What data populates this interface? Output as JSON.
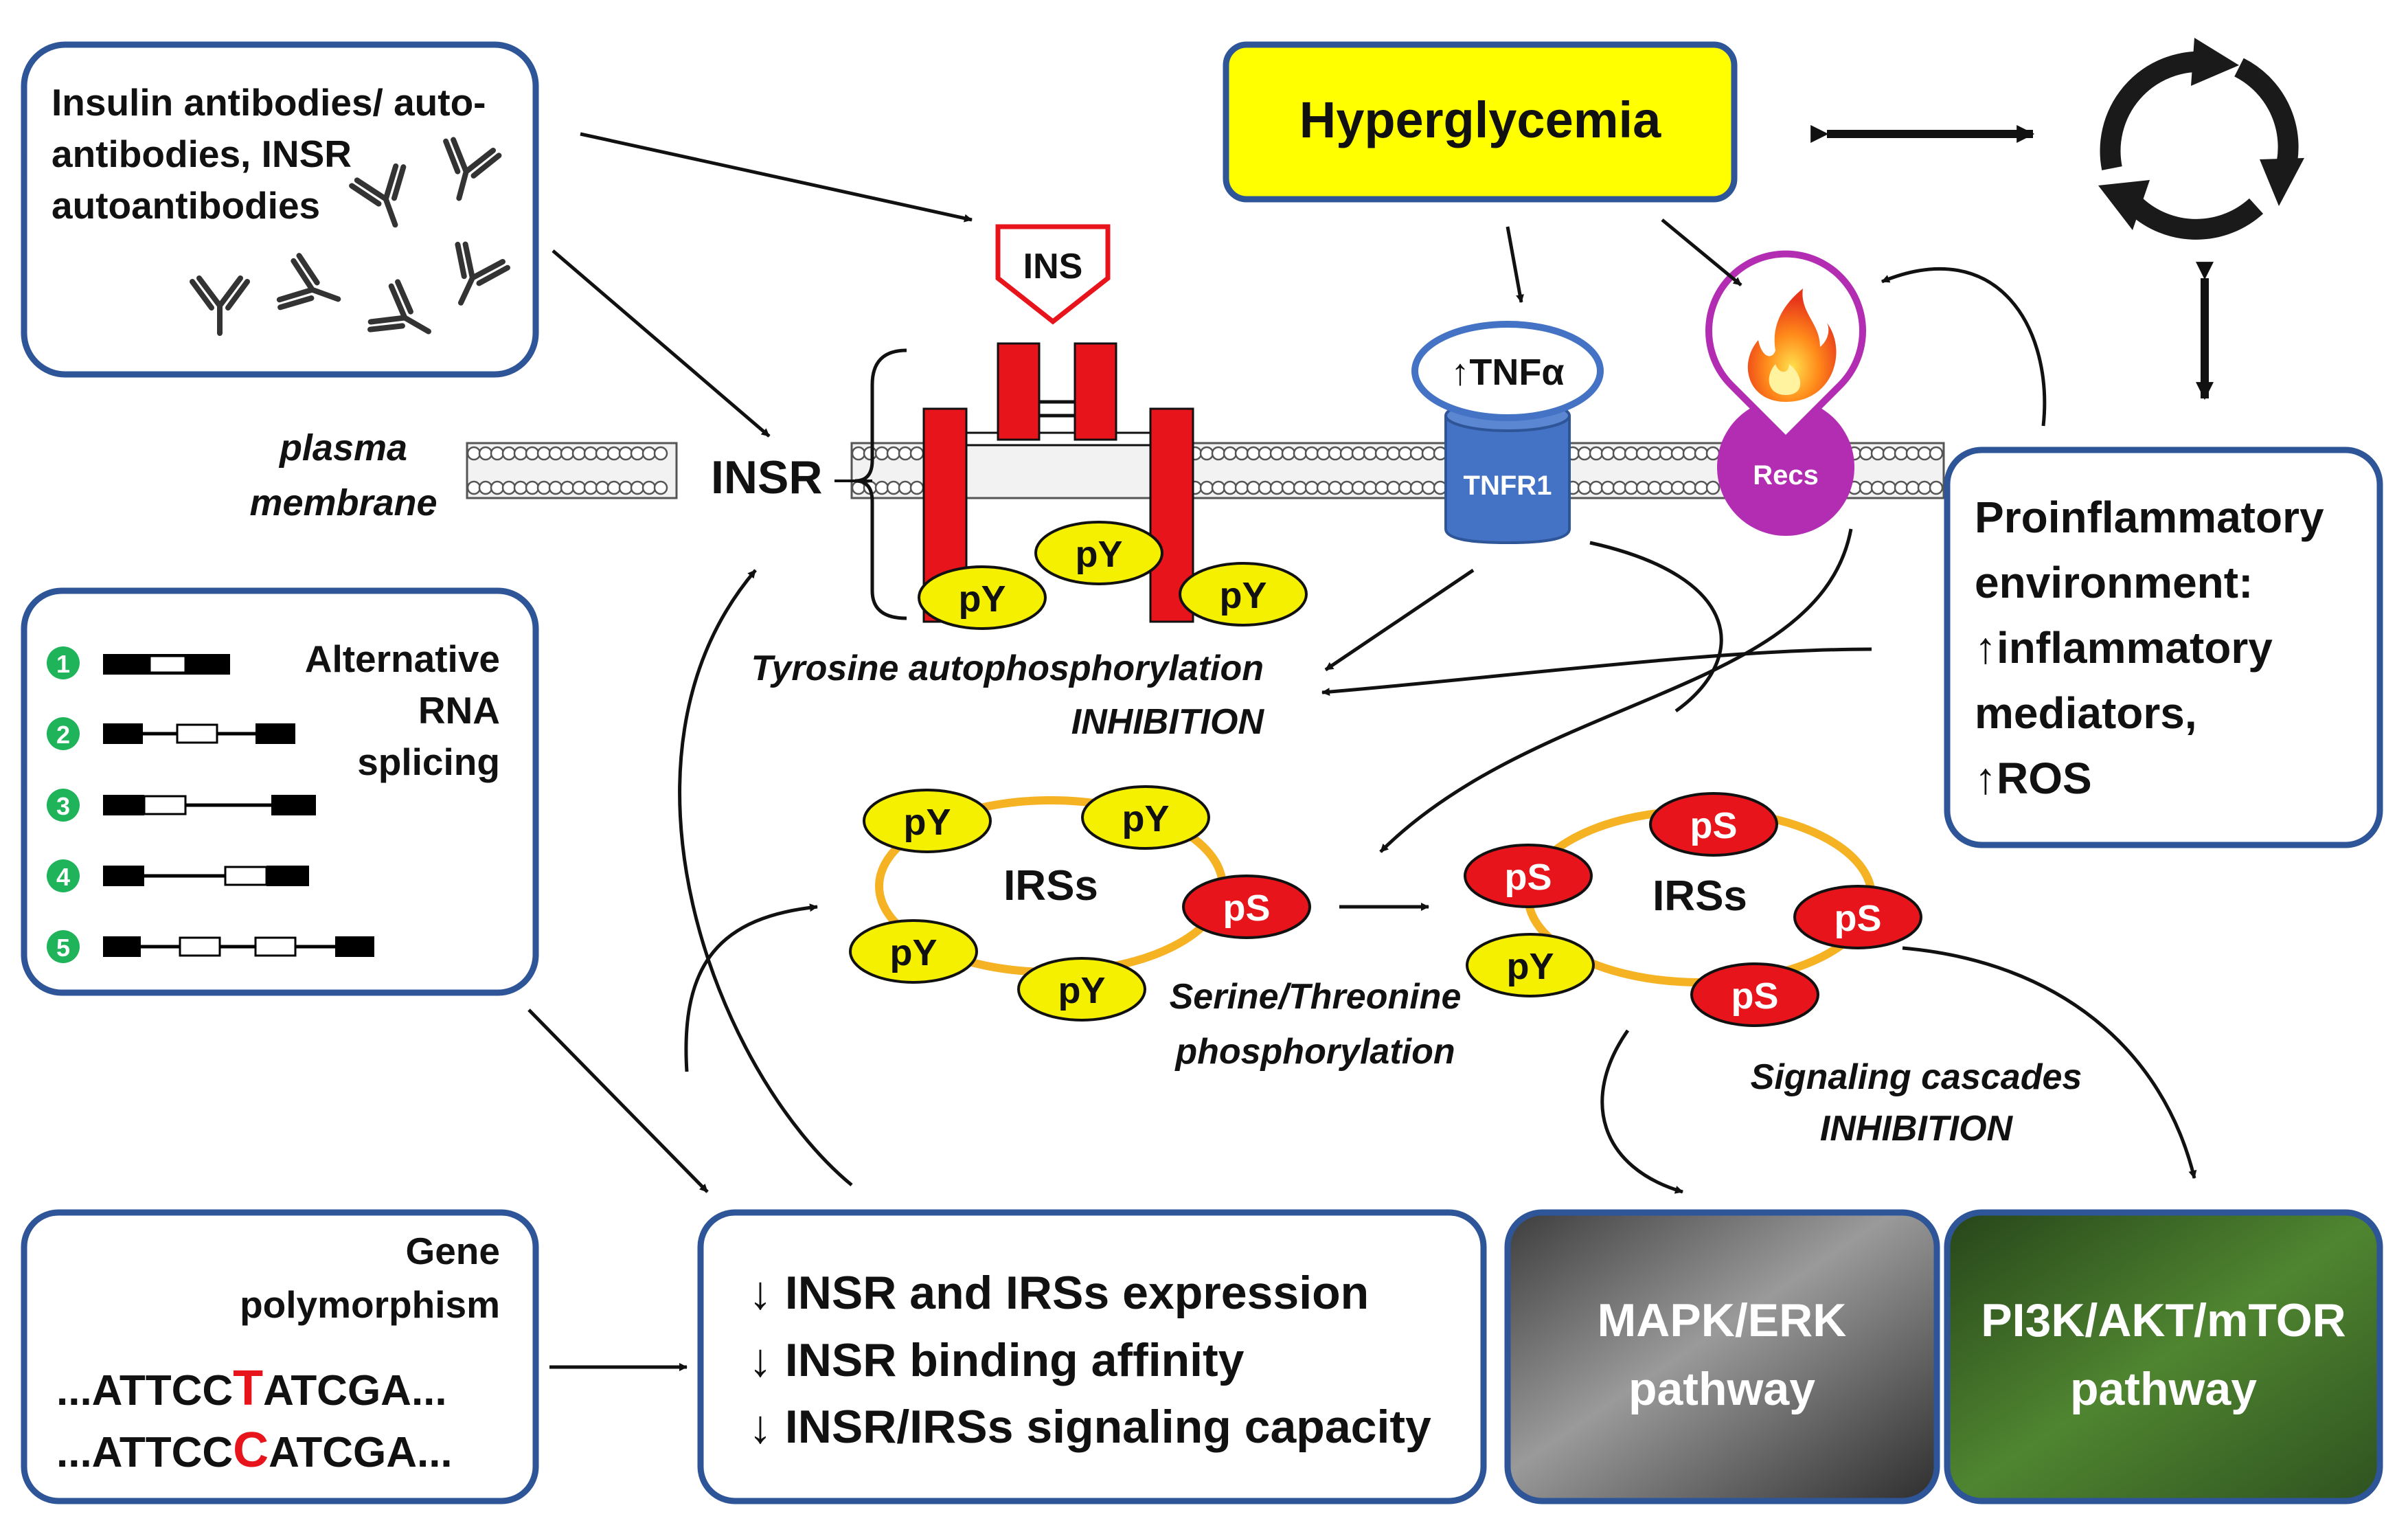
{
  "antibodies_box": {
    "lines": [
      "Insulin antibodies/ auto-",
      "antibodies, INSR",
      "autoantibodies"
    ]
  },
  "hyperglycemia": {
    "label": "Hyperglycemia"
  },
  "insulin": {
    "label": "INS"
  },
  "membrane": {
    "label_line1": "plasma",
    "label_line2": "membrane"
  },
  "insr": {
    "label": "INSR"
  },
  "tnf": {
    "label": "↑TNFα",
    "receptor": "TNFR1"
  },
  "recs": {
    "label": "Recs"
  },
  "phospho": {
    "py": "pY",
    "ps": "pS"
  },
  "tyrosine": {
    "line1": "Tyrosine autophosphorylation",
    "line2": "INHIBITION"
  },
  "proinflammatory": {
    "lines": [
      "Proinflammatory",
      "environment:",
      "↑inflammatory",
      "mediators,",
      "↑ROS"
    ]
  },
  "splicing": {
    "title_lines": [
      "Alternative",
      "RNA",
      "splicing"
    ],
    "variants": [
      "1",
      "2",
      "3",
      "4",
      "5"
    ]
  },
  "irs": {
    "label": "IRSs"
  },
  "serine": {
    "line1": "Serine/Threonine",
    "line2": "phosphorylation"
  },
  "cascades": {
    "line1": "Signaling cascades",
    "line2": "INHIBITION"
  },
  "polymorphism": {
    "title_lines": [
      "Gene",
      "polymorphism"
    ],
    "seq1": {
      "pre": "...ATTCC",
      "snp": "T",
      "post": "ATCGA..."
    },
    "seq2": {
      "pre": "...ATTCC",
      "snp": "C",
      "post": "ATCGA..."
    }
  },
  "effects": {
    "lines": [
      "↓ INSR and IRSs expression",
      "↓ INSR binding affinity",
      "↓ INSR/IRSs signaling capacity"
    ]
  },
  "mapk": {
    "line1": "MAPK/ERK",
    "line2": "pathway"
  },
  "pi3k": {
    "line1": "PI3K/AKT/mTOR",
    "line2": "pathway"
  },
  "colors": {
    "box_border": "#2E5597",
    "hyperglycemia_fill": "#FFFF00",
    "receptor_red": "#E8141B",
    "phospho_yellow": "#F5F000",
    "ring_orange": "#F5B324",
    "tnfr1_blue": "#4472C4",
    "recs_purple": "#B32DB3",
    "splice_green": "#1FB35A",
    "pi3k_green": "#3D6A24",
    "mapk_grey": "#6B6B6B"
  }
}
